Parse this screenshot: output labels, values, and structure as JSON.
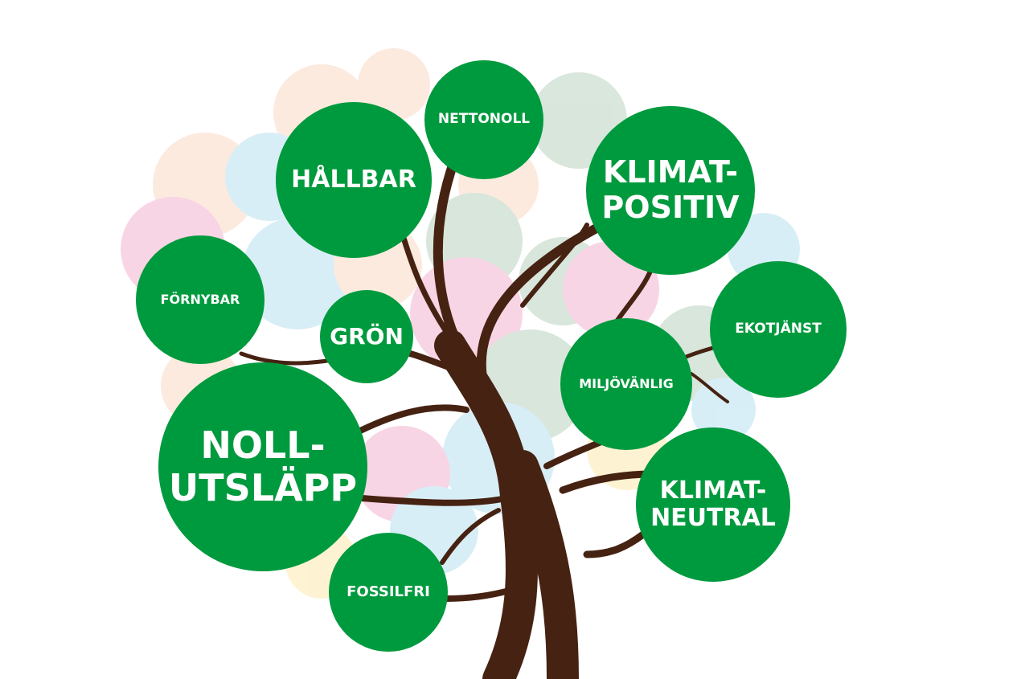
{
  "words": {
    "nettonoll": "NETTONOLL",
    "hallbar": "HÅLLBAR",
    "klimatpositiv": "KLIMAT-\nPOSITIV",
    "fornybar": "FÖRNYBAR",
    "gron": "GRÖN",
    "ekotjanst": "EKOTJÄNST",
    "miljovanlig": "MILJÖVÄNLIG",
    "nollutslapp": "NOLL-\nUTSLÄPP",
    "klimatneutral": "KLIMAT-\nNEUTRAL",
    "fossilfri": "FOSSILFRI"
  },
  "colors": {
    "bubble": "#009a3e",
    "trunk": "#462212"
  }
}
